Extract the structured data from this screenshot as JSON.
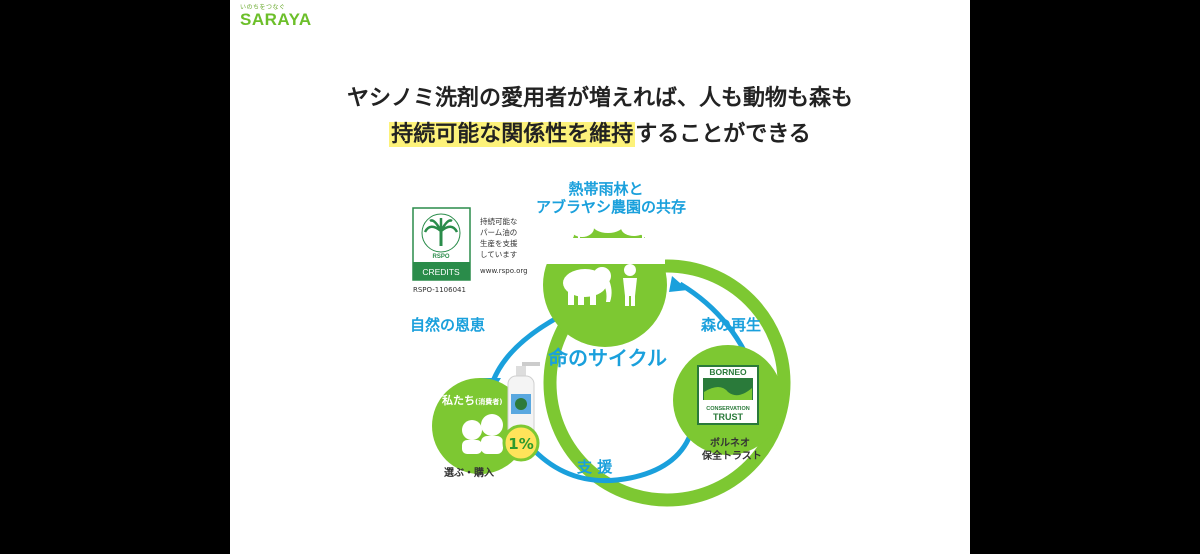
{
  "brand": {
    "tagline": "いのちをつなぐ",
    "name": "SARAYA"
  },
  "headline": {
    "line1": "ヤシノミ洗剤の愛用者が増えれば、人も動物も森も",
    "line2_highlight": "持続可能な関係性を維持",
    "line2_rest": "することができる"
  },
  "rspo": {
    "ring_text": "SUPPORTS SUSTAINABLE PALM OIL",
    "logo_word": "RSPO",
    "credits": "CREDITS",
    "desc": [
      "持続可能な",
      "パーム油の",
      "生産を支援",
      "しています"
    ],
    "url": "www.rspo.org",
    "id": "RSPO-1106041"
  },
  "cycle": {
    "center_title": "命のサイクル",
    "top_node": [
      "熱帯雨林と",
      "アブラヤシ農園の共存"
    ],
    "left_node": {
      "title": "私たち",
      "sub": "(消費者)",
      "caption": "選ぶ・購入"
    },
    "right_node": {
      "caption": [
        "ボルネオ",
        "保全トラスト"
      ]
    },
    "bct_logo": {
      "top": "BORNEO",
      "mid": "CONSERVATION",
      "bottom": "TRUST"
    },
    "badge": "1%",
    "arrow_left": "自然の恩恵",
    "arrow_right": "森の再生",
    "arrow_bottom": "支 援"
  },
  "colors": {
    "green": "#7dc832",
    "blue": "#1aa0dc",
    "highlight": "#fdf27a"
  }
}
